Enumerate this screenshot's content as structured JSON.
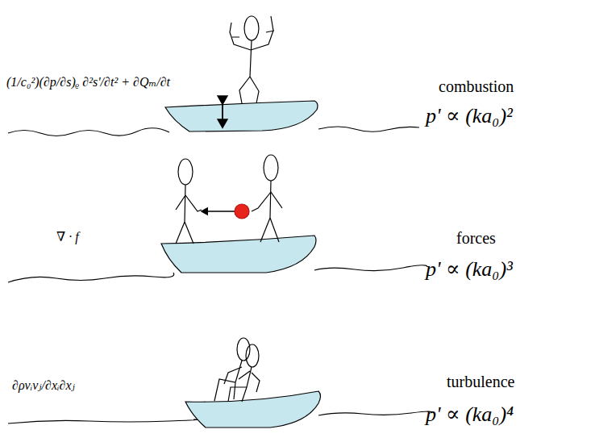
{
  "diagram": {
    "labels": [
      "(1/c₀²)(∂p/∂s)ᵨ ∂²s'/∂t² + ∂Qₘ/∂t",
      "combustion",
      "p' ∝ (ka₀)²",
      "∇ · f⃗",
      "forces",
      "p' ∝ (ka₀)³",
      "∂ρvᵢvⱼ/∂xᵢ∂xⱼ",
      "turbulence",
      "p' ∝ (ka₀)⁴"
    ]
  }
}
